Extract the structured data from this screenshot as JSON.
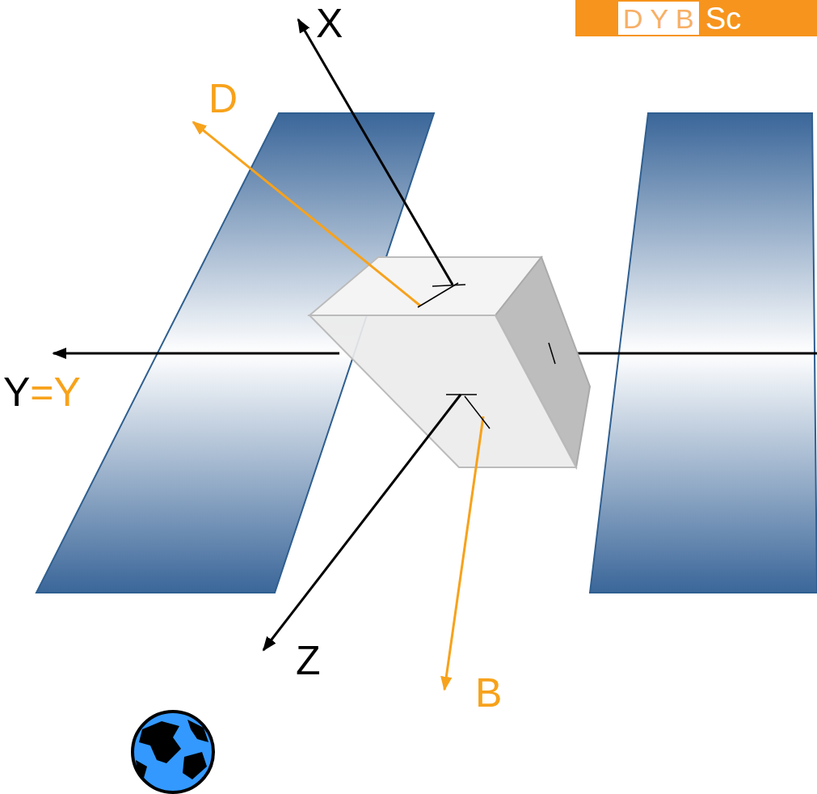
{
  "diagram": {
    "nodes": [
      {
        "text": [
          "Sc"
        ]
      },
      {
        "text": [
          "D Y B"
        ],
        "in": 0
      }
    ],
    "labels": [
      "X",
      "D",
      "Y",
      "=",
      "Y",
      "Z",
      "B"
    ]
  }
}
